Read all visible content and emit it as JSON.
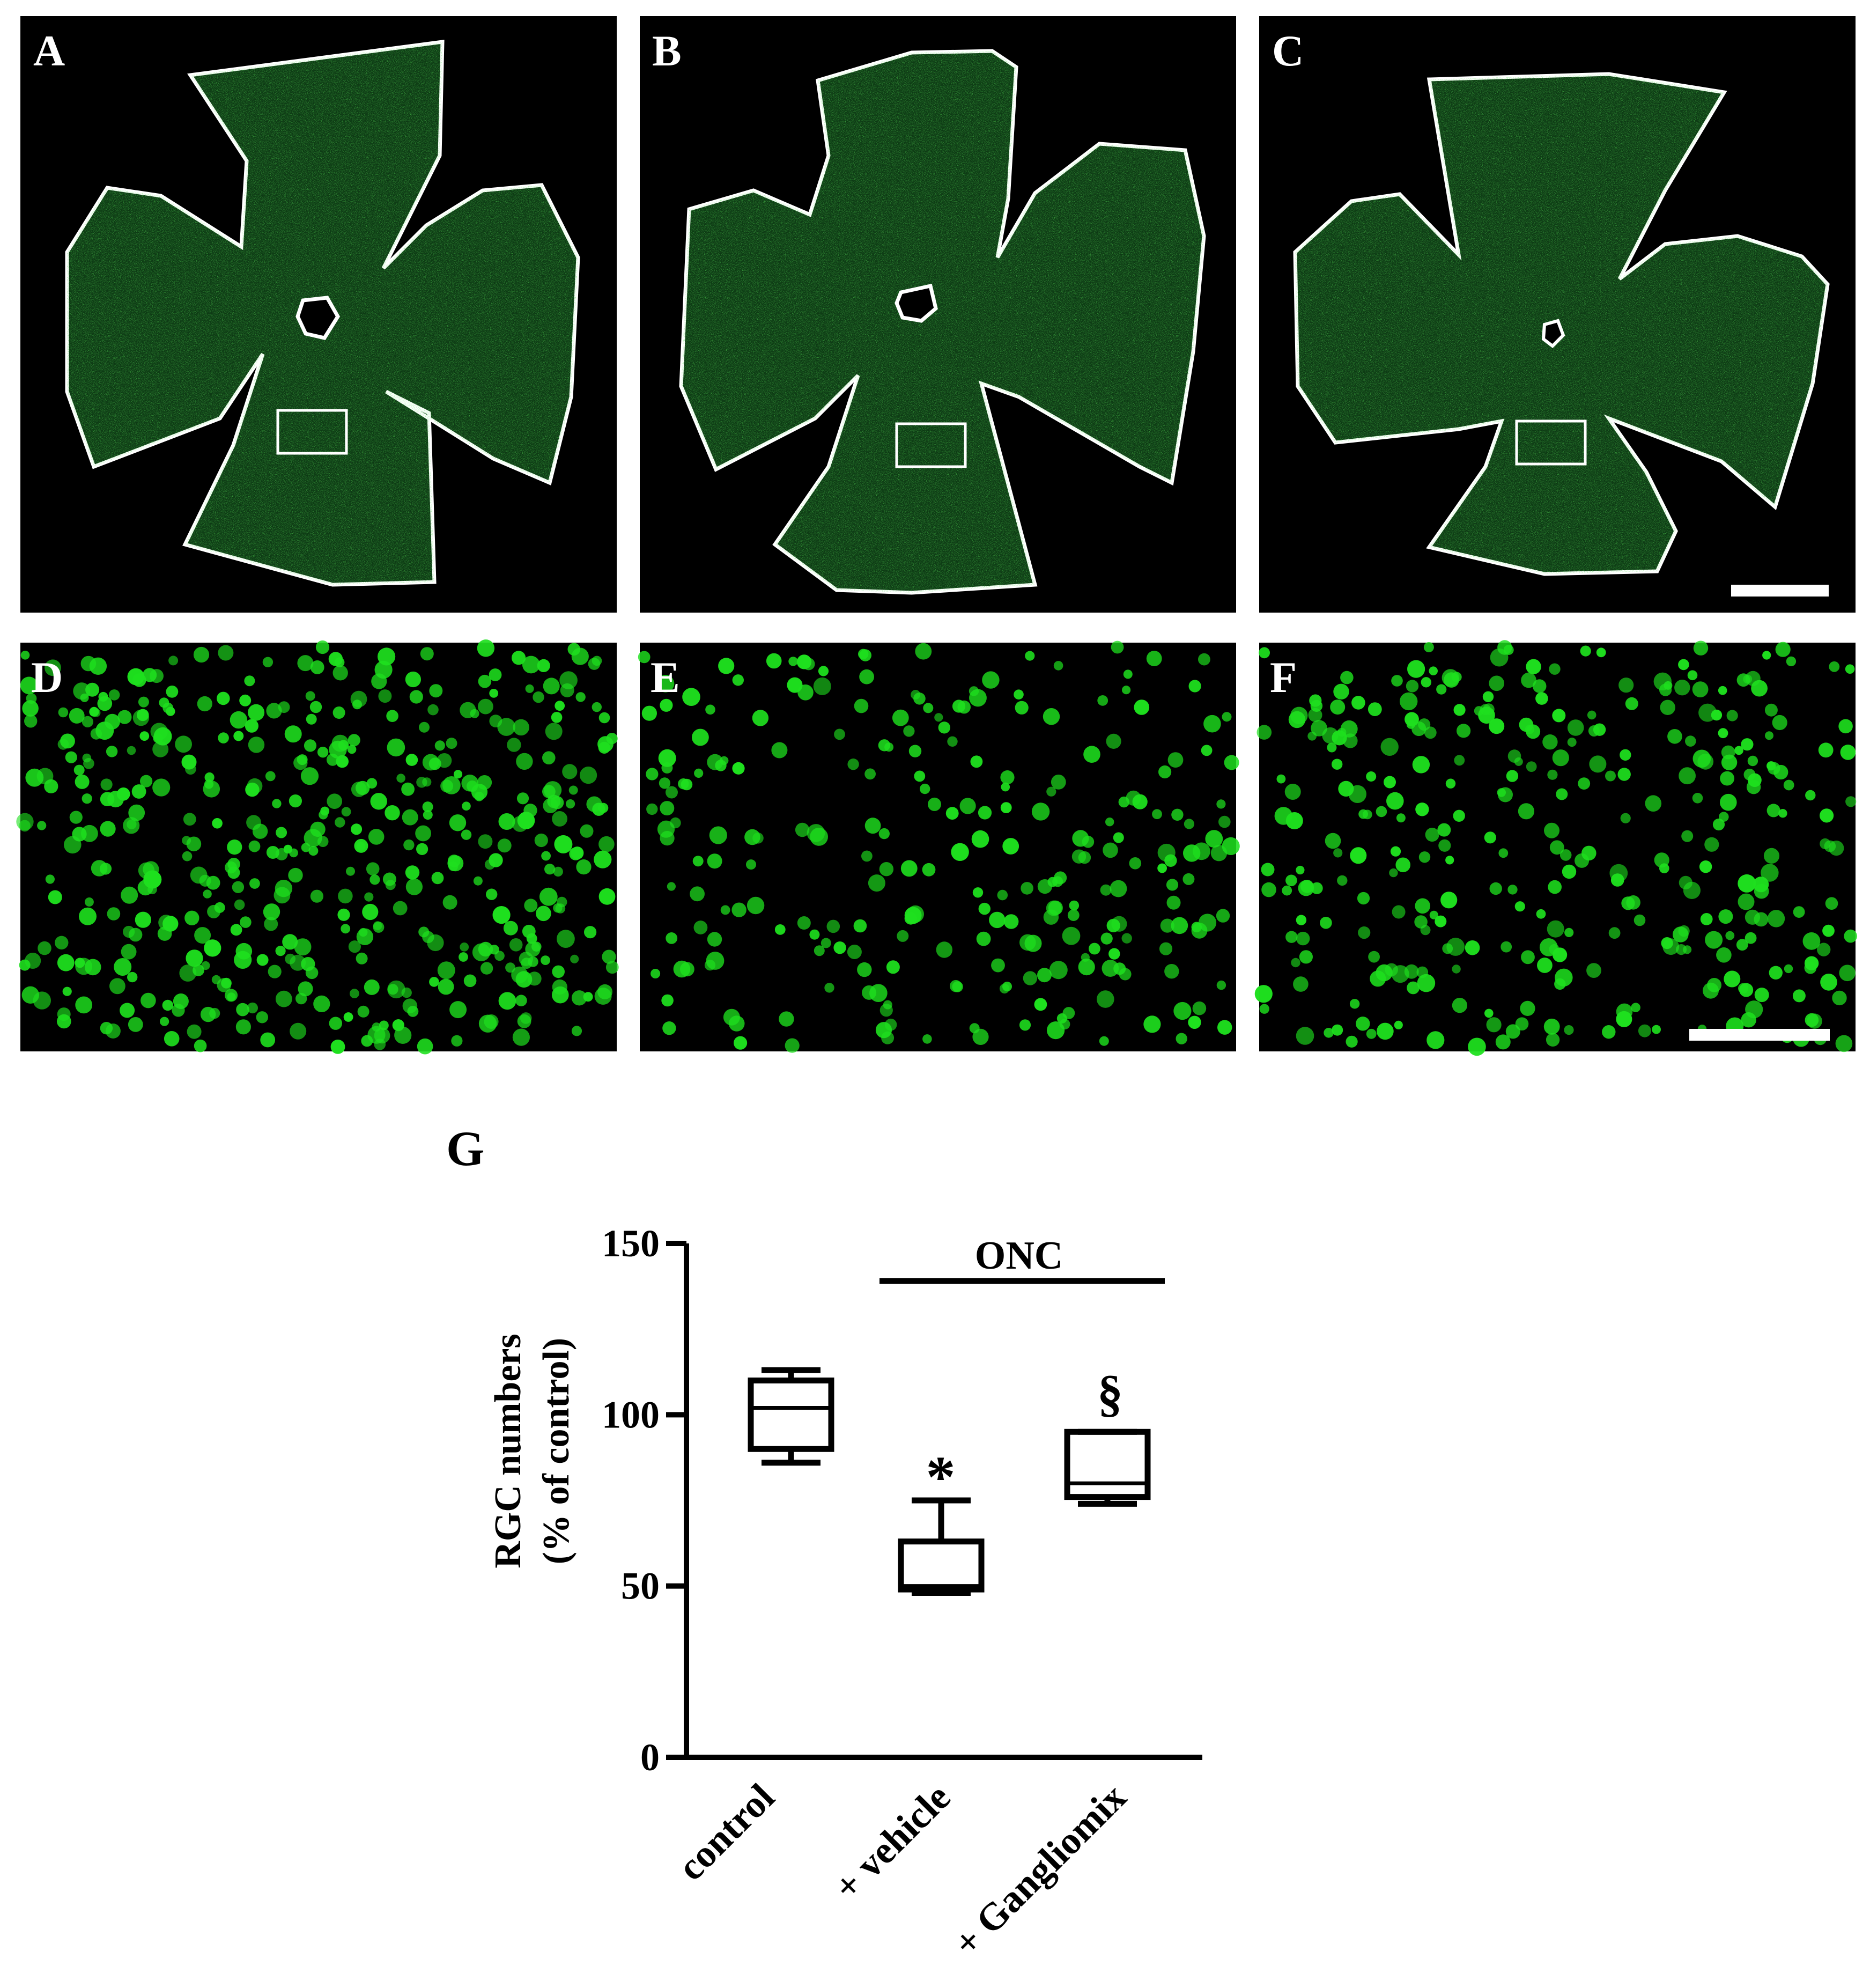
{
  "panels": {
    "A": "A",
    "B": "B",
    "C": "C",
    "D": "D",
    "E": "E",
    "F": "F",
    "G": "G"
  },
  "colors": {
    "tissue_green": "#0d3a14",
    "cell_green": "#1ee01e",
    "outline": "#ffffff",
    "background": "#000000"
  },
  "chart_data": {
    "type": "box",
    "ylabel_line1": "RGC numbers",
    "ylabel_line2": "(% of control)",
    "ylim": [
      0,
      150
    ],
    "yticks": [
      0,
      50,
      100,
      150
    ],
    "categories": [
      "control",
      "+ vehicle",
      "+ Gangliomix"
    ],
    "boxes": [
      {
        "category": "control",
        "min": 86,
        "q1": 90,
        "median": 102,
        "q3": 110,
        "max": 113
      },
      {
        "category": "+ vehicle",
        "min": 48,
        "q1": 49,
        "median": 50,
        "q3": 63,
        "max": 75
      },
      {
        "category": "+ Gangliomix",
        "min": 74,
        "q1": 76,
        "median": 80,
        "q3": 95,
        "max": 95
      }
    ],
    "group_label": "ONC",
    "annotations": [
      {
        "category": "+ vehicle",
        "text": "*"
      },
      {
        "category": "+ Gangliomix",
        "text": "§"
      }
    ]
  }
}
